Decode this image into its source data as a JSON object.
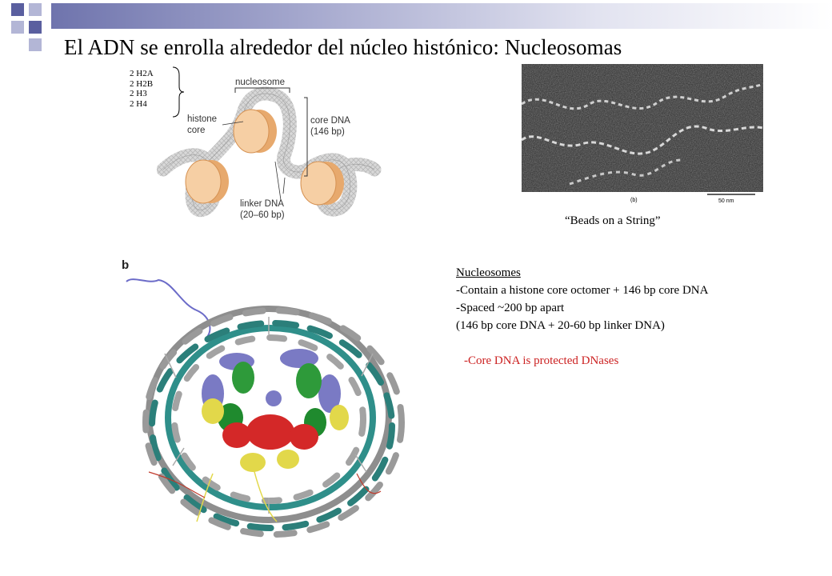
{
  "title": "El ADN se enrolla alrededor del núcleo histónico: Nucleosomas",
  "histones": [
    "2 H2A",
    "2 H2B",
    "2 H3",
    "2 H4"
  ],
  "diagram": {
    "nucleosome": "nucleosome",
    "histone_core_1": "histone",
    "histone_core_2": "core",
    "core_dna_1": "core DNA",
    "core_dna_2": "(146 bp)",
    "linker_1": "linker DNA",
    "linker_2": "(20–60 bp)"
  },
  "micrograph": {
    "panel_label": "(b)",
    "scale": "50 nm"
  },
  "beads_caption": "“Beads on a String”",
  "structure_label": "b",
  "notes": {
    "heading": "Nucleosomes",
    "lines": [
      "-Contain a histone core octomer + 146 bp core DNA",
      "-Spaced ~200 bp apart",
      "(146 bp core DNA + 20-60 bp linker DNA)"
    ],
    "core_note": "-Core DNA is protected DNases",
    "core_note_color": "#cc2222"
  },
  "colors": {
    "accent_bar": "#6f74ad",
    "square_dark": "#4a4f9a",
    "square_light": "#b6b9d8",
    "histone_fill": "#f6cfa4"
  }
}
